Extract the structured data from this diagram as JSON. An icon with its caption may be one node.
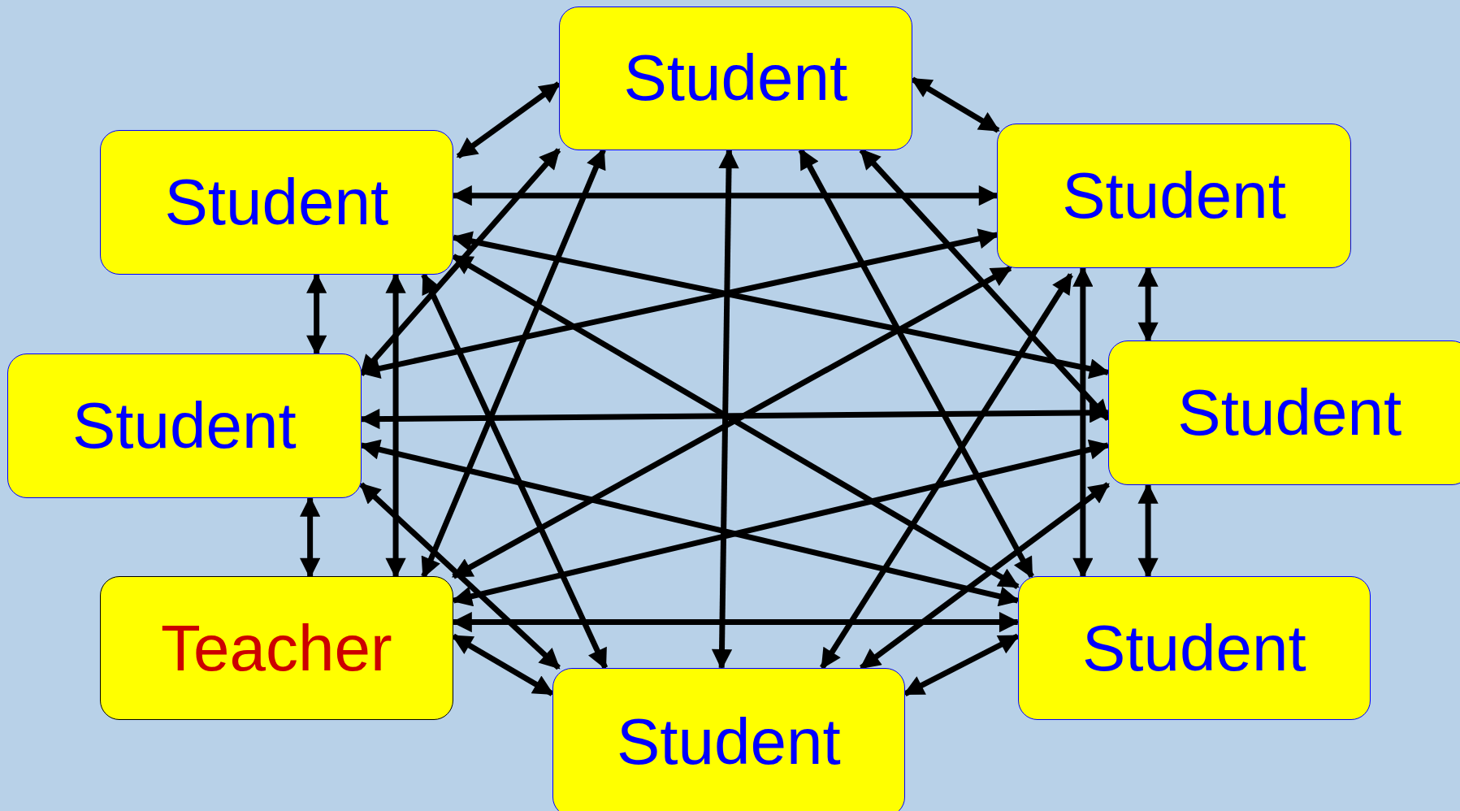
{
  "diagram": {
    "nodes": [
      {
        "text": [
          "Student"
        ]
      },
      {
        "text": [
          "Student"
        ]
      },
      {
        "text": [
          "Student"
        ]
      },
      {
        "text": [
          "Student"
        ]
      },
      {
        "text": [
          "Student"
        ]
      },
      {
        "text": [
          "Teacher"
        ]
      },
      {
        "text": [
          "Student"
        ]
      },
      {
        "text": [
          "Student"
        ]
      }
    ],
    "edges": [
      {
        "from": 0,
        "to": 1,
        "arrow": "both"
      },
      {
        "from": 0,
        "to": 2,
        "arrow": "both"
      },
      {
        "from": 0,
        "to": 3,
        "arrow": "both"
      },
      {
        "from": 0,
        "to": 4,
        "arrow": "both"
      },
      {
        "from": 0,
        "to": 5,
        "arrow": "both"
      },
      {
        "from": 0,
        "to": 6,
        "arrow": "both"
      },
      {
        "from": 0,
        "to": 7,
        "arrow": "both"
      },
      {
        "from": 1,
        "to": 2,
        "arrow": "both"
      },
      {
        "from": 1,
        "to": 3,
        "arrow": "both"
      },
      {
        "from": 1,
        "to": 4,
        "arrow": "both"
      },
      {
        "from": 1,
        "to": 5,
        "arrow": "both"
      },
      {
        "from": 1,
        "to": 6,
        "arrow": "both"
      },
      {
        "from": 1,
        "to": 7,
        "arrow": "both"
      },
      {
        "from": 2,
        "to": 3,
        "arrow": "both"
      },
      {
        "from": 2,
        "to": 4,
        "arrow": "both"
      },
      {
        "from": 2,
        "to": 5,
        "arrow": "both"
      },
      {
        "from": 2,
        "to": 6,
        "arrow": "both"
      },
      {
        "from": 2,
        "to": 7,
        "arrow": "both"
      },
      {
        "from": 3,
        "to": 4,
        "arrow": "both"
      },
      {
        "from": 3,
        "to": 5,
        "arrow": "both"
      },
      {
        "from": 3,
        "to": 6,
        "arrow": "both"
      },
      {
        "from": 3,
        "to": 7,
        "arrow": "both"
      },
      {
        "from": 4,
        "to": 5,
        "arrow": "both"
      },
      {
        "from": 4,
        "to": 6,
        "arrow": "both"
      },
      {
        "from": 4,
        "to": 7,
        "arrow": "both"
      },
      {
        "from": 5,
        "to": 6,
        "arrow": "both"
      },
      {
        "from": 5,
        "to": 7,
        "arrow": "both"
      },
      {
        "from": 6,
        "to": 7,
        "arrow": "both"
      }
    ]
  }
}
